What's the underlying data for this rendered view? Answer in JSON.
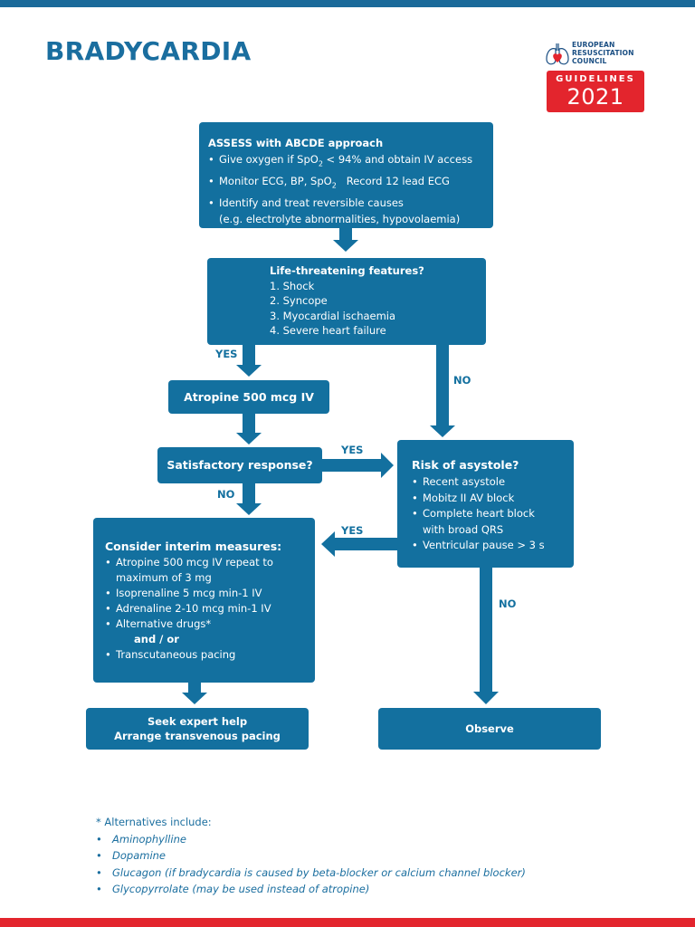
{
  "title": "BRADYCARDIA",
  "logo": {
    "line1": "EUROPEAN",
    "line2": "RESUSCITATION",
    "line3": "COUNCIL",
    "guidelines": "GUIDELINES",
    "year": "2021"
  },
  "assess": {
    "heading": "ASSESS with ABCDE approach",
    "b1_pre": "Give oxygen if SpO",
    "b1_sub": "2",
    "b1_post": " < 94% and obtain IV access",
    "b2_pre": "Monitor ECG, BP, SpO",
    "b2_sub": "2",
    "b2_post": "   Record 12 lead ECG",
    "b3": "Identify and treat reversible causes",
    "b3_cont": "(e.g. electrolyte abnormalities, hypovolaemia)"
  },
  "life": {
    "heading": "Life-threatening features?",
    "items": [
      "1. Shock",
      "2. Syncope",
      "3. Myocardial ischaemia",
      "4. Severe heart failure"
    ]
  },
  "atropine": "Atropine 500 mcg IV",
  "satisfactory": "Satisfactory response?",
  "risk": {
    "heading": "Risk of asystole?",
    "items": [
      "Recent asystole",
      "Mobitz II AV block",
      "Complete heart block with broad QRS",
      "Ventricular pause > 3 s"
    ]
  },
  "interim": {
    "heading": "Consider interim measures:",
    "items": [
      "Atropine 500 mcg IV repeat to maximum of 3 mg",
      "Isoprenaline 5 mcg min-1 IV",
      "Adrenaline 2-10 mcg min-1 IV",
      "Alternative drugs*"
    ],
    "andor": "and / or",
    "last": "Transcutaneous pacing"
  },
  "seek": {
    "line1": "Seek expert help",
    "line2": "Arrange transvenous pacing"
  },
  "observe": "Observe",
  "labels": {
    "yes1": "YES",
    "no1": "NO",
    "yes2": "YES",
    "no2": "NO",
    "yes3": "YES",
    "no3": "NO"
  },
  "notes": {
    "heading": "* Alternatives include:",
    "items": [
      "Aminophylline",
      "Dopamine",
      "Glucagon (if bradycardia is caused by beta-blocker or calcium channel blocker)",
      "Glycopyrrolate (may be used instead of atropine)"
    ]
  },
  "colors": {
    "box": "#13709f",
    "title": "#1a6e9f",
    "accent_red": "#e3252d",
    "top_bar": "#1b6a9a"
  }
}
